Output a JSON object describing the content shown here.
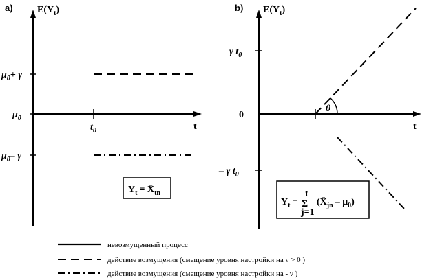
{
  "panel_a": {
    "label": "a)",
    "y_axis": "E(Y",
    "y_axis_sub": "t",
    "y_axis_close": ")",
    "x_axis": "t",
    "mu0": "μ",
    "mu0_sub": "0",
    "mu_plus_pre": "μ",
    "mu_plus_sub": "0",
    "mu_plus_post": "+ γ",
    "mu_minus_pre": "μ",
    "mu_minus_sub": "0",
    "mu_minus_post": "– γ",
    "t0": "t",
    "t0_sub": "0",
    "formula_lhs": "Y",
    "formula_lhs_sub": "t",
    "formula_eq": "= X̄",
    "formula_rhs_sub": "tn"
  },
  "panel_b": {
    "label": "b)",
    "y_axis": "E(Y",
    "y_axis_sub": "t",
    "y_axis_close": ")",
    "x_axis": "t",
    "gamma_t0_pre": "γ t",
    "gamma_t0_sub": "0",
    "zero": "0",
    "neg_gamma_t0_pre": "– γ t",
    "neg_gamma_t0_sub": "0",
    "theta": "θ",
    "formula_lhs": "Y",
    "formula_lhs_sub": "t",
    "formula_eq": "=",
    "sum_symbol": "Σ",
    "sum_top": "t",
    "sum_bottom": "j=1",
    "formula_body": "(X̄",
    "formula_body_sub": "jn",
    "formula_body_post": "– μ",
    "formula_body_post_sub": "0",
    "formula_close": ")"
  },
  "legend": [
    {
      "style": "solid",
      "text": "невозмущенный процесс"
    },
    {
      "style": "dash",
      "text": "действие возмущения (смещение уровня настройки на  ν > 0 )"
    },
    {
      "style": "dashdot",
      "text": "действие возмущения (смещение уровня настройки на  - ν )"
    }
  ]
}
